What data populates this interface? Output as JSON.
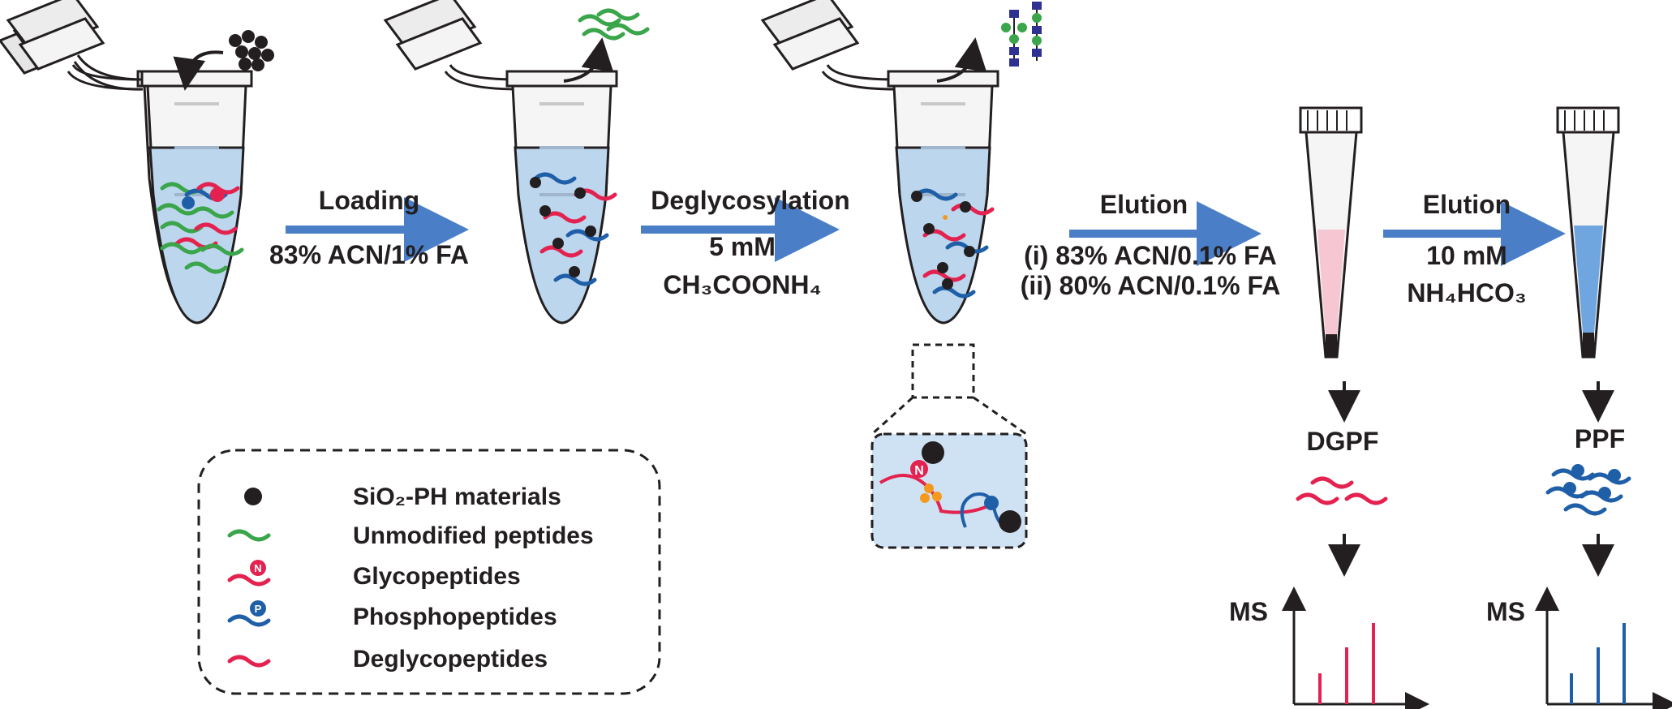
{
  "colors": {
    "green": "#3aa54a",
    "red": "#e3224f",
    "blue": "#1f5fa8",
    "arrow_blue": "#4a7fc8",
    "liquid_blue": "#bcd6ee",
    "pink_liquid": "#f6c6d3",
    "elute_blue": "#6fa6df",
    "inset_bg": "#cfe2f3",
    "orange": "#f39a1e",
    "black": "#231f20"
  },
  "steps": {
    "loading": {
      "title": "Loading",
      "sub1": "83% ACN/1% FA"
    },
    "deglyco": {
      "title": "Deglycosylation",
      "sub1": "5 mM",
      "sub2": "CH₃COONH₄"
    },
    "elution1": {
      "title": "Elution",
      "sub1": "(i) 83% ACN/0.1% FA",
      "sub2": "(ii) 80% ACN/0.1% FA"
    },
    "elution2": {
      "title": "Elution",
      "sub1": "10 mM",
      "sub2": "NH₄HCO₃"
    }
  },
  "fractions": {
    "dgpf": "DGPF",
    "ppf": "PPF"
  },
  "ms": {
    "label_left": "MS",
    "label_right": "MS"
  },
  "icons": [
    "bead-icon",
    "peptide-icon",
    "glycan-icon",
    "pipette-tip-icon",
    "tube-icon",
    "spectrum-icon"
  ],
  "legend": {
    "items": [
      {
        "icon": "bead-icon",
        "label": "SiO₂-PH materials"
      },
      {
        "icon": "unmodified-peptide-icon",
        "label": "Unmodified peptides"
      },
      {
        "icon": "glycopeptide-icon",
        "label": "Glycopeptides"
      },
      {
        "icon": "phosphopeptide-icon",
        "label": "Phosphopeptides"
      },
      {
        "icon": "deglycopeptide-icon",
        "label": "Deglycopeptides"
      }
    ]
  },
  "markers": {
    "n": "N",
    "p": "P"
  }
}
